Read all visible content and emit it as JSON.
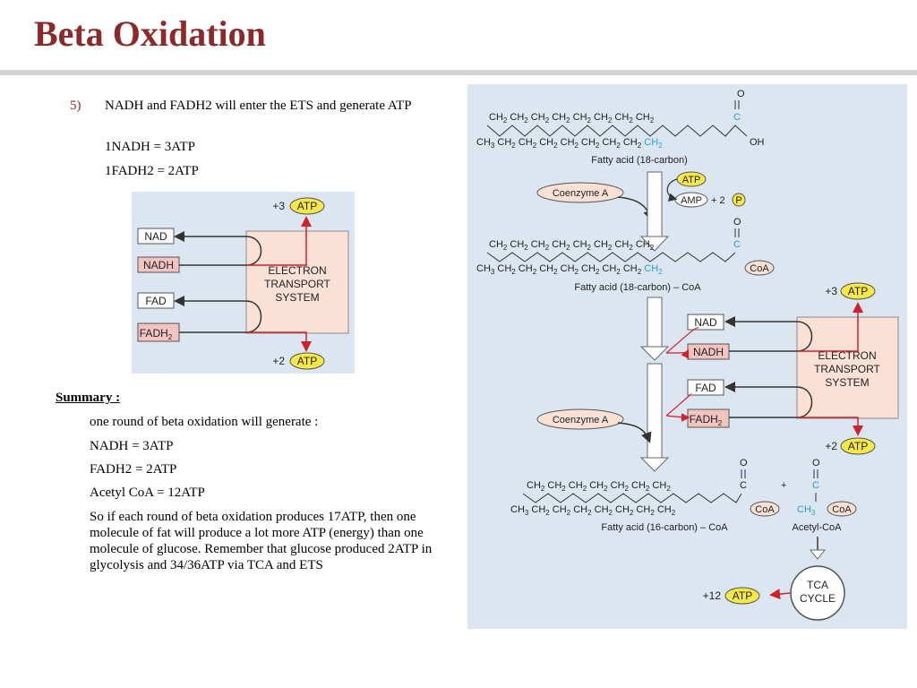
{
  "title": "Beta Oxidation",
  "point": {
    "number": "5)",
    "text": "NADH  and FADH2 will enter the ETS and generate ATP",
    "eq_nadh": "1NADH = 3ATP",
    "eq_fadh2": "1FADH2 = 2ATP"
  },
  "summary": {
    "heading": "Summary :",
    "line1": "one round of beta oxidation will generate :",
    "line2": "NADH = 3ATP",
    "line3": "FADH2 = 2ATP",
    "line4": "Acetyl CoA = 12ATP",
    "line5": "So if each round of beta oxidation produces 17ATP, then one molecule of fat will produce a lot more ATP (energy) than one molecule of glucose.  Remember that glucose produced 2ATP in glycolysis and 34/36ATP  via TCA and ETS"
  },
  "ets_small": {
    "plus3": "+3",
    "plus2": "+2",
    "atp": "ATP",
    "nad": "NAD",
    "nadh": "NADH",
    "fad": "FAD",
    "fadh2": "FADH",
    "fadh2_sub": "2",
    "ets_line1": "ELECTRON",
    "ets_line2": "TRANSPORT",
    "ets_line3": "SYSTEM"
  },
  "pathway": {
    "fatty18_label": "Fatty acid (18-carbon)",
    "coenzyme_a": "Coenzyme A",
    "atp": "ATP",
    "amp": "AMP",
    "plus2": "+ 2",
    "p": "P",
    "fatty18coa_label": "Fatty acid (18-carbon) – CoA",
    "plus3": "+3",
    "plus2b": "+2",
    "nad": "NAD",
    "nadh": "NADH",
    "fad": "FAD",
    "fadh2": "FADH",
    "fadh2_sub": "2",
    "ets_line1": "ELECTRON",
    "ets_line2": "TRANSPORT",
    "ets_line3": "SYSTEM",
    "coenzyme_a2": "Coenzyme A",
    "fatty16coa_label": "Fatty acid (16-carbon) – CoA",
    "plus_sign": "+",
    "acetylcoa_label": "Acetyl-CoA",
    "coa": "CoA",
    "plus12": "+12",
    "tca_line1": "TCA",
    "tca_line2": "CYCLE",
    "o": "O",
    "c": "C",
    "oh": "OH",
    "ch2": "CH",
    "ch3": "CH",
    "sub2": "2",
    "sub3": "3"
  },
  "colors": {
    "title": "#8b2a2a",
    "panel_bg": "#dce6f0",
    "ets_box": "#fbe0d6",
    "atp_fill": "#f7e84a",
    "nadh_fill": "#f2c4c0",
    "red_arrow": "#d0202a",
    "carbon_blue": "#2a9fd6"
  }
}
